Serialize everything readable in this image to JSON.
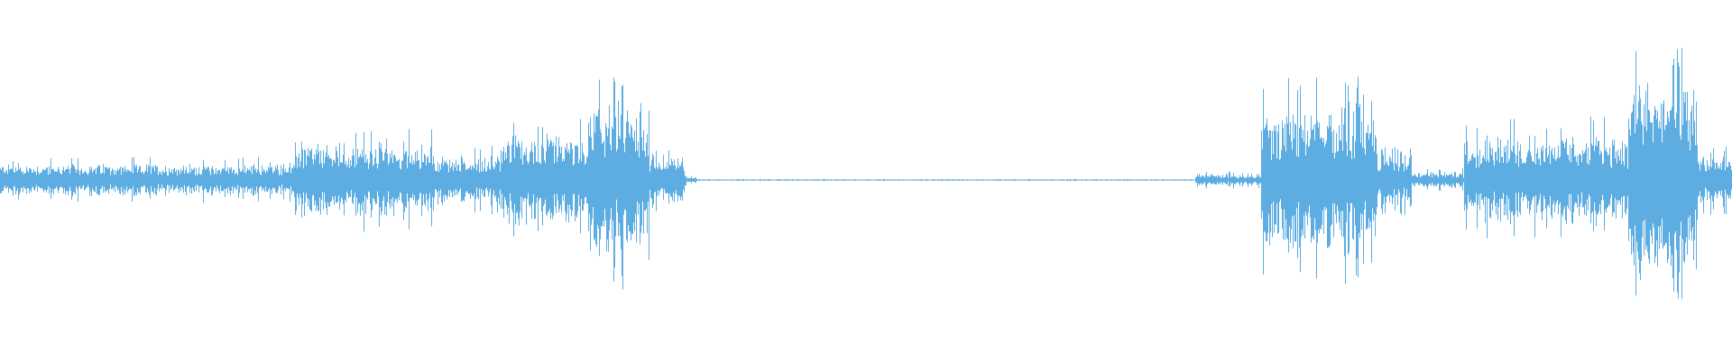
{
  "waveform": {
    "color": "#5dade2",
    "background": "#ffffff",
    "segments": [
      {
        "start": 0.0,
        "end": 0.17,
        "amplitude": 0.08
      },
      {
        "start": 0.17,
        "end": 0.25,
        "amplitude": 0.18
      },
      {
        "start": 0.25,
        "end": 0.29,
        "amplitude": 0.12
      },
      {
        "start": 0.29,
        "end": 0.34,
        "amplitude": 0.22
      },
      {
        "start": 0.34,
        "end": 0.375,
        "amplitude": 0.38
      },
      {
        "start": 0.375,
        "end": 0.395,
        "amplitude": 0.12
      },
      {
        "start": 0.395,
        "end": 0.402,
        "amplitude": 0.02
      },
      {
        "start": 0.402,
        "end": 0.69,
        "amplitude": 0.004
      },
      {
        "start": 0.69,
        "end": 0.728,
        "amplitude": 0.03
      },
      {
        "start": 0.728,
        "end": 0.795,
        "amplitude": 0.36
      },
      {
        "start": 0.795,
        "end": 0.815,
        "amplitude": 0.12
      },
      {
        "start": 0.815,
        "end": 0.845,
        "amplitude": 0.04
      },
      {
        "start": 0.845,
        "end": 0.94,
        "amplitude": 0.22
      },
      {
        "start": 0.94,
        "end": 0.98,
        "amplitude": 0.5
      },
      {
        "start": 0.98,
        "end": 1.0,
        "amplitude": 0.12
      }
    ]
  }
}
